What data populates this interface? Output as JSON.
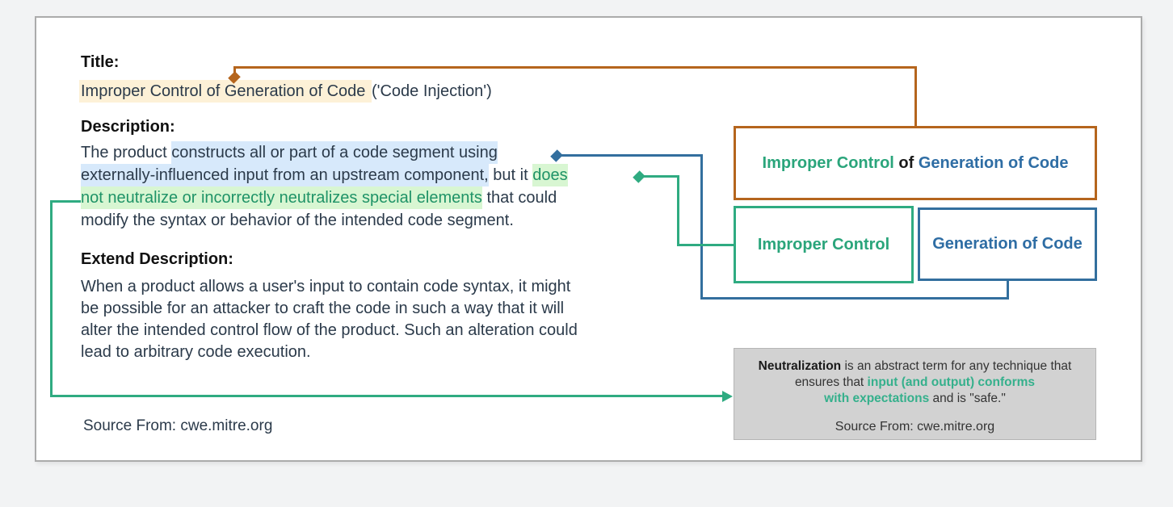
{
  "colors": {
    "brown": "#b5651d",
    "green": "#2fab81",
    "blue": "#336f9e",
    "title_highlight": "#fdf1d7",
    "blue_highlight": "#d7e9fb",
    "green_highlight": "#d8f6d2",
    "note_background": "#d2d2d2"
  },
  "title": {
    "heading": "Title:",
    "segments": [
      {
        "t": "Improper Control of Generation of Code ",
        "c": "seg-wheat"
      },
      {
        "t": "('Code Injection')",
        "c": ""
      }
    ]
  },
  "description": {
    "heading": "Description:",
    "lines": [
      [
        {
          "t": "The product ",
          "c": ""
        },
        {
          "t": "constructs all or part of a code segment using",
          "c": "seg-blue"
        }
      ],
      [
        {
          "t": "externally-influenced input from an upstream component,",
          "c": "seg-blue"
        },
        {
          "t": " but it ",
          "c": ""
        },
        {
          "t": "does",
          "c": "seg-green"
        }
      ],
      [
        {
          "t": "not neutralize or incorrectly neutralizes special elements",
          "c": "seg-green"
        },
        {
          "t": " that could",
          "c": ""
        }
      ],
      [
        {
          "t": "modify the syntax or behavior of the intended code segment.",
          "c": ""
        }
      ]
    ]
  },
  "extend": {
    "heading": "Extend Description:",
    "lines": [
      "When a product allows a user's input to contain code syntax, it might",
      "be possible for an attacker to craft the code in such a way that it will",
      "alter the intended control flow of the product. Such an alteration could",
      "lead to arbitrary code execution."
    ]
  },
  "source_left": "Source From: cwe.mitre.org",
  "boxes": {
    "combined": {
      "segments": [
        {
          "t": "Improper Control",
          "c": "c-green"
        },
        {
          "t": " of ",
          "c": "c-dark"
        },
        {
          "t": "Generation of Code",
          "c": "c-blue"
        }
      ]
    },
    "improper_control": {
      "label": "Improper Control"
    },
    "generation_of_code": {
      "label": "Generation of Code"
    }
  },
  "note": {
    "lines": [
      [
        {
          "t": "Neutralization",
          "c": "note-bold"
        },
        {
          "t": " is an abstract term for any technique that",
          "c": ""
        }
      ],
      [
        {
          "t": "ensures that ",
          "c": ""
        },
        {
          "t": "input (and output) conforms",
          "c": "note-green"
        }
      ],
      [
        {
          "t": "with expectations",
          "c": "note-green"
        },
        {
          "t": " and is \"safe.\"",
          "c": ""
        }
      ]
    ],
    "source": "Source From: cwe.mitre.org"
  }
}
